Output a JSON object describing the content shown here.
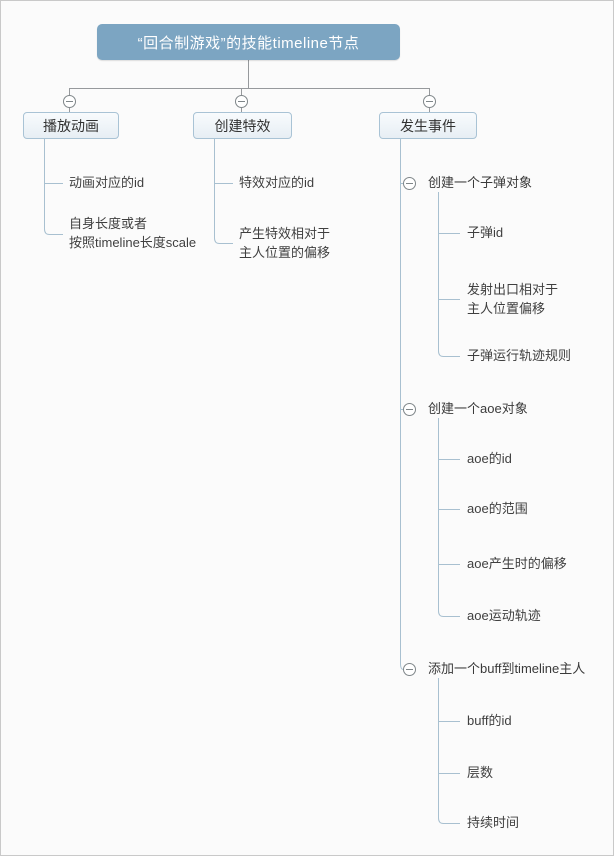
{
  "root": {
    "label": "“回合制游戏”的技能timeline节点"
  },
  "branches": [
    {
      "label": "播放动画",
      "children": [
        {
          "text": "动画对应的id"
        },
        {
          "text": "自身长度或者\n按照timeline长度scale"
        }
      ]
    },
    {
      "label": "创建特效",
      "children": [
        {
          "text": "特效对应的id"
        },
        {
          "text": "产生特效相对于\n主人位置的偏移"
        }
      ]
    },
    {
      "label": "发生事件",
      "children": [
        {
          "label": "创建一个子弹对象",
          "children": [
            {
              "text": "子弹id"
            },
            {
              "text": "发射出口相对于\n主人位置偏移"
            },
            {
              "text": "子弹运行轨迹规则"
            }
          ]
        },
        {
          "label": "创建一个aoe对象",
          "children": [
            {
              "text": "aoe的id"
            },
            {
              "text": "aoe的范围"
            },
            {
              "text": "aoe产生时的偏移"
            },
            {
              "text": "aoe运动轨迹"
            }
          ]
        },
        {
          "label": "添加一个buff到timeline主人",
          "children": [
            {
              "text": "buff的id"
            },
            {
              "text": "层数"
            },
            {
              "text": "持续时间"
            }
          ]
        }
      ]
    }
  ],
  "icons": {
    "collapse": "minus-circle"
  },
  "colors": {
    "root_node_bg": "#7ca5c2",
    "root_node_text": "#ffffff",
    "branch_box_border": "#a9c3d5",
    "branch_box_bg": "#edf3f8",
    "tree_line": "#a8c0d0",
    "top_connector_line": "#96999c",
    "collapse_icon": "#7f8689",
    "canvas_bg": "#fbfbfb"
  }
}
